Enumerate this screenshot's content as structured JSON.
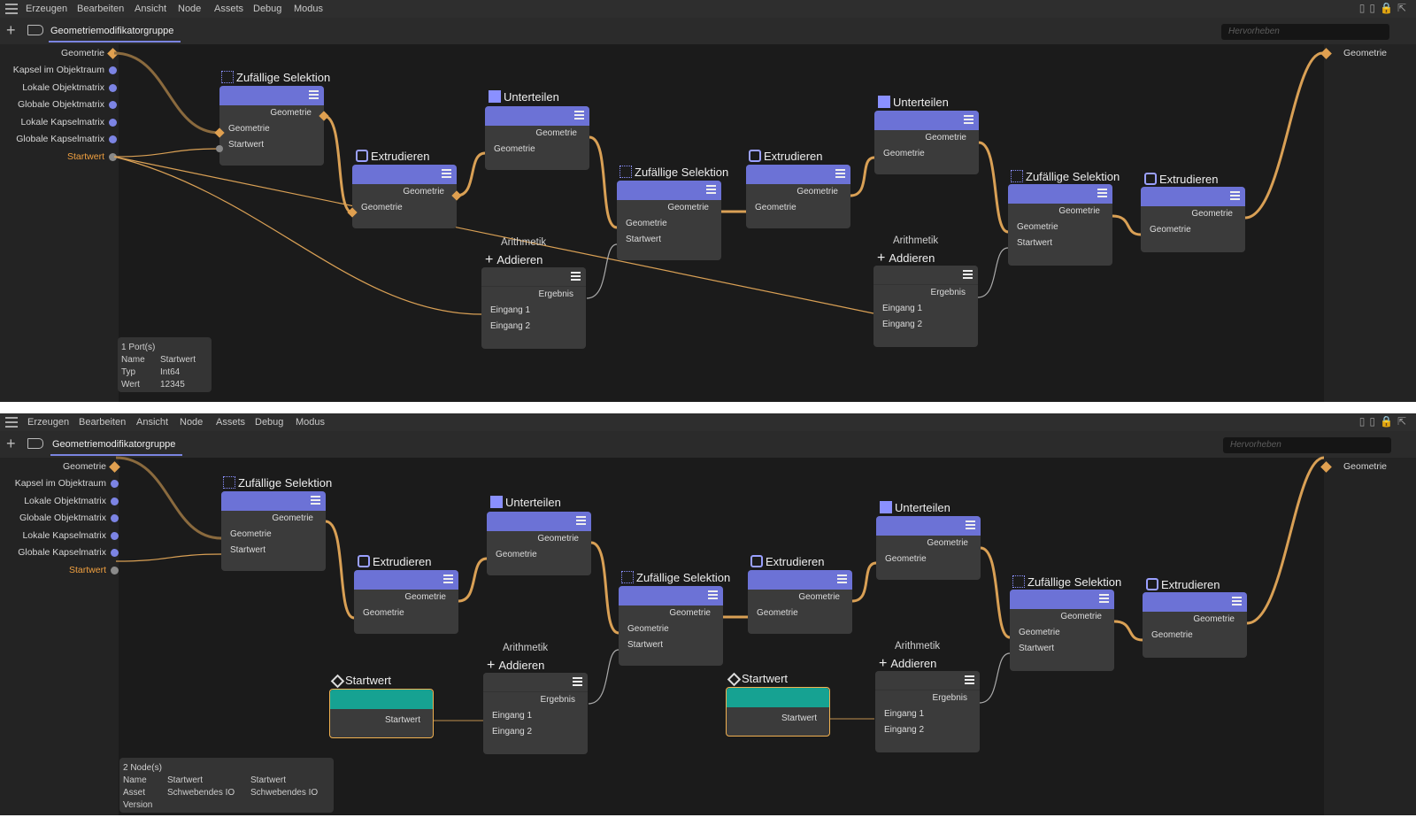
{
  "menu": [
    "Erzeugen",
    "Bearbeiten",
    "Ansicht",
    "Node",
    "Assets",
    "Debug",
    "Modus"
  ],
  "tab_label": "Geometriemodifikatorgruppe",
  "search_placeholder": "Hervorheben",
  "left_ports": [
    "Geometrie",
    "Kapsel im Objektraum",
    "Lokale Objektmatrix",
    "Globale Objektmatrix",
    "Lokale Kapselmatrix",
    "Globale Kapselmatrix",
    "Startwert"
  ],
  "right_port": "Geometrie",
  "nodes": {
    "zufall": "Zufällige Selektion",
    "extrudieren": "Extrudieren",
    "unterteilen": "Unterteilen",
    "arith_sub": "Arithmetik",
    "addieren": "Addieren",
    "startwert_node": "Startwert"
  },
  "ports": {
    "geometrie": "Geometrie",
    "startwert": "Startwert",
    "ergebnis": "Ergebnis",
    "eingang1": "Eingang 1",
    "eingang2": "Eingang 2"
  },
  "info1": {
    "count": "1 Port(s)",
    "name_label": "Name",
    "name_value": "Startwert",
    "typ_label": "Typ",
    "typ_value": "Int64",
    "wert_label": "Wert",
    "wert_value": "12345"
  },
  "info2": {
    "count": "2 Node(s)",
    "name_label": "Name",
    "name_a": "Startwert",
    "name_b": "Startwert",
    "asset_label": "Asset",
    "asset_a": "Schwebendes IO",
    "asset_b": "Schwebendes IO",
    "version_label": "Version"
  },
  "colors": {
    "accent": "#6c72d6",
    "wire": "#d9a055",
    "selected": "#f0a040",
    "io_node": "#16a292"
  }
}
